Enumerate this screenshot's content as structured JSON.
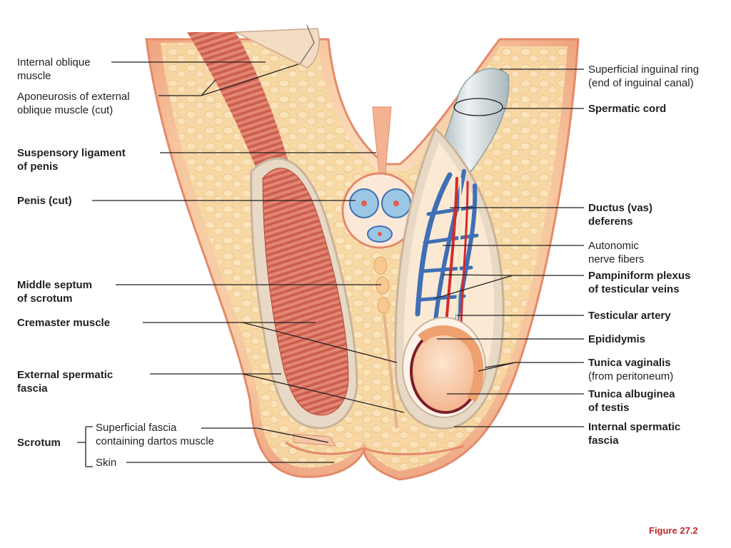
{
  "figure": {
    "caption": "Figure 27.2",
    "colors": {
      "background": "#ffffff",
      "label_text": "#231f20",
      "caption_red": "#c0272d",
      "skin": "#f2b48f",
      "fat": "#f7d9a3",
      "muscle": "#d9735e",
      "cord": "#c9d3d6",
      "vein": "#3f6fb4",
      "artery": "#d62a2a"
    }
  },
  "labels_left": {
    "internal_oblique": [
      "Internal oblique",
      "muscle"
    ],
    "aponeurosis": [
      "Aponeurosis of external",
      "oblique muscle (cut)"
    ],
    "suspensory": [
      "Suspensory ligament",
      "of penis"
    ],
    "penis_cut": [
      "Penis (cut)"
    ],
    "middle_septum": [
      "Middle septum",
      "of scrotum"
    ],
    "cremaster": [
      "Cremaster muscle"
    ],
    "external_fascia": [
      "External spermatic",
      "fascia"
    ],
    "scrotum": [
      "Scrotum"
    ],
    "superficial_fascia": [
      "Superficial fascia",
      "containing dartos muscle"
    ],
    "skin": [
      "Skin"
    ]
  },
  "labels_right": {
    "superficial_ring": [
      "Superficial inguinal ring",
      "(end of inguinal canal)"
    ],
    "spermatic_cord": [
      "Spermatic cord"
    ],
    "ductus": [
      "Ductus (vas)",
      "deferens"
    ],
    "autonomic": [
      "Autonomic",
      "nerve fibers"
    ],
    "pampiniform": [
      "Pampiniform plexus",
      "of testicular veins"
    ],
    "testicular_artery": [
      "Testicular artery"
    ],
    "epididymis": [
      "Epididymis"
    ],
    "tunica_vaginalis": [
      "Tunica vaginalis",
      "(from peritoneum)"
    ],
    "tunica_albuginea": [
      "Tunica albuginea",
      "of testis"
    ],
    "internal_fascia": [
      "Internal spermatic",
      "fascia"
    ]
  }
}
